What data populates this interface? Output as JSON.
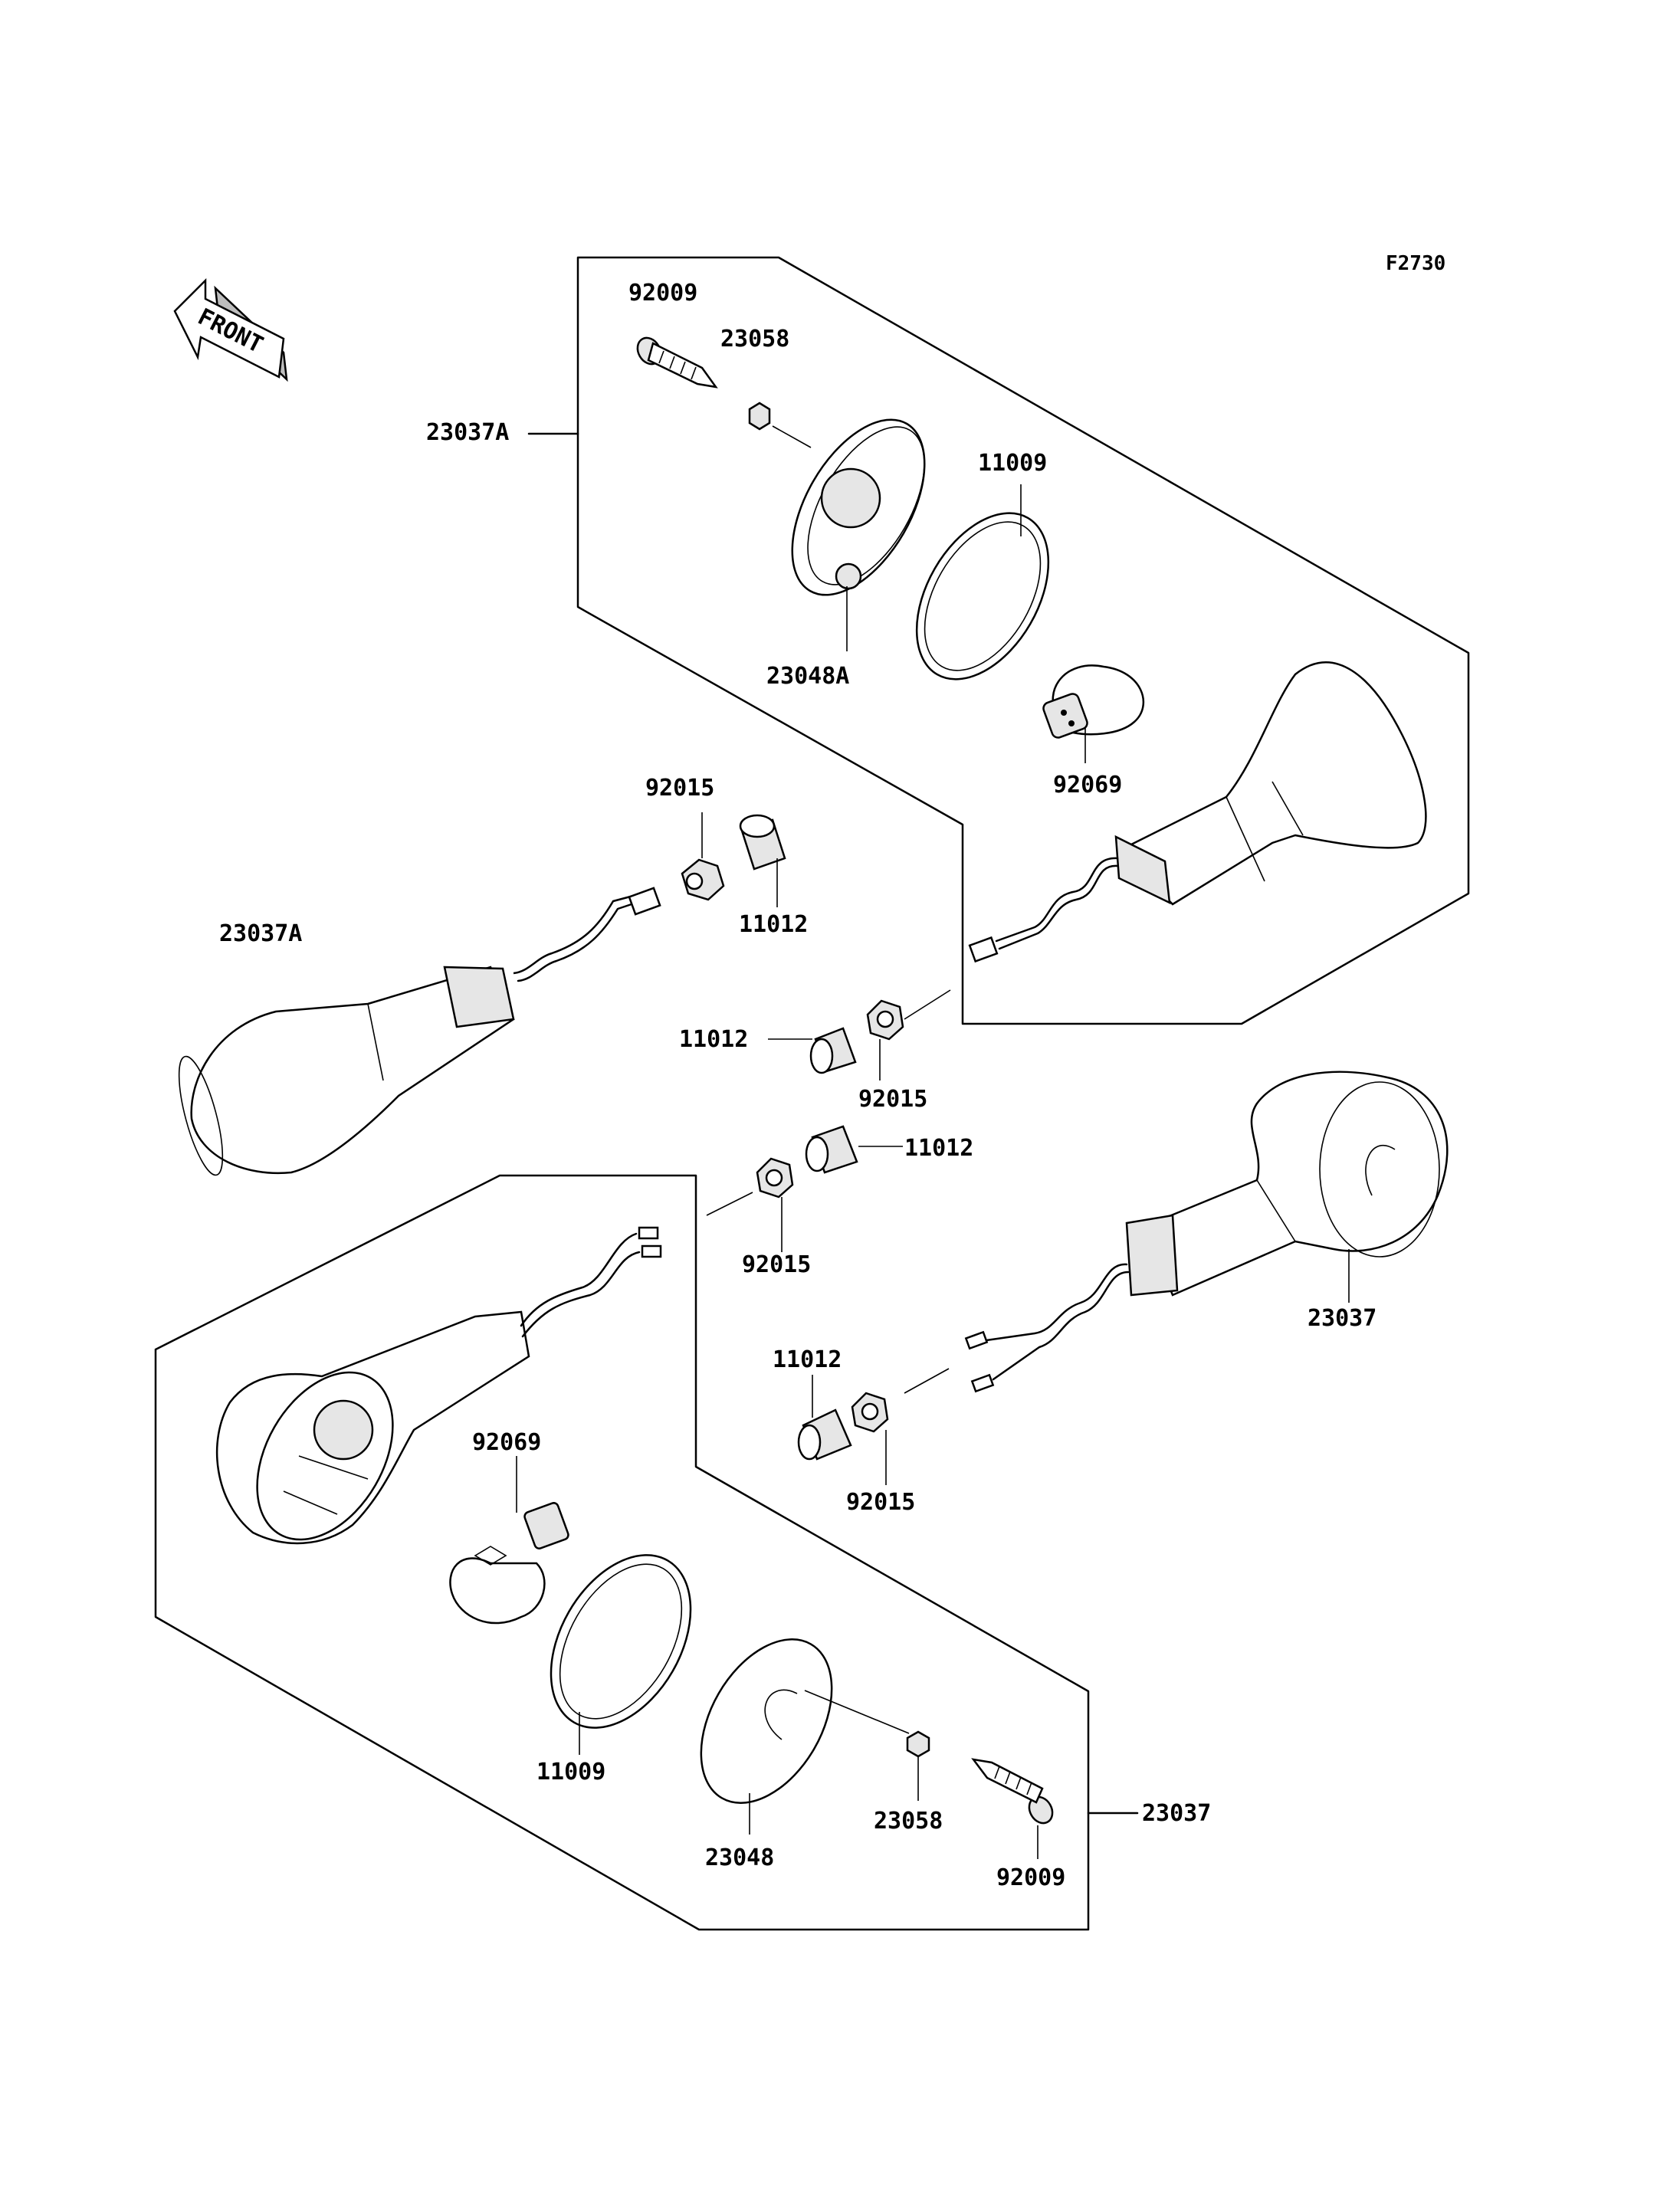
{
  "diagram_code": "F2730",
  "front_badge": {
    "label": "FRONT",
    "icon": "front-arrow-icon"
  },
  "labels": {
    "l_92009_top": "92009",
    "l_23058_top": "23058",
    "l_23037A_group": "23037A",
    "l_11009_top": "11009",
    "l_23048A": "23048A",
    "l_92069_top": "92069",
    "l_92015_a": "92015",
    "l_11012_a": "11012",
    "l_23037A_left": "23037A",
    "l_11012_b": "11012",
    "l_92015_b": "92015",
    "l_11012_c": "11012",
    "l_92015_c": "92015",
    "l_23037_right": "23037",
    "l_11012_d": "11012",
    "l_92015_d": "92015",
    "l_92069_bottom": "92069",
    "l_11009_bottom": "11009",
    "l_23058_bottom": "23058",
    "l_23048": "23048",
    "l_92009_bottom": "92009",
    "l_23037_group": "23037"
  }
}
